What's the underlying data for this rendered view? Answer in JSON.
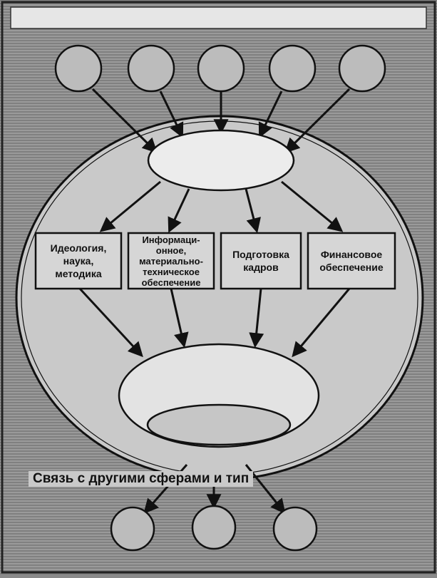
{
  "nodes": {
    "ideology": "Идеология,\nнаука,\nметодика",
    "information": "Информаци-\nонное,\nматериально-\nтехническое\nобеспечение",
    "training": "Подготовка\nкадров",
    "finance": "Финансовое\nобеспечение"
  },
  "caption": "Связь с другими сферами и тип",
  "colors": {
    "background": "#8a8a8a",
    "outer_ellipse": "#c9c9c9",
    "node_fill": "#d6d6d6",
    "stroke": "#111111"
  }
}
